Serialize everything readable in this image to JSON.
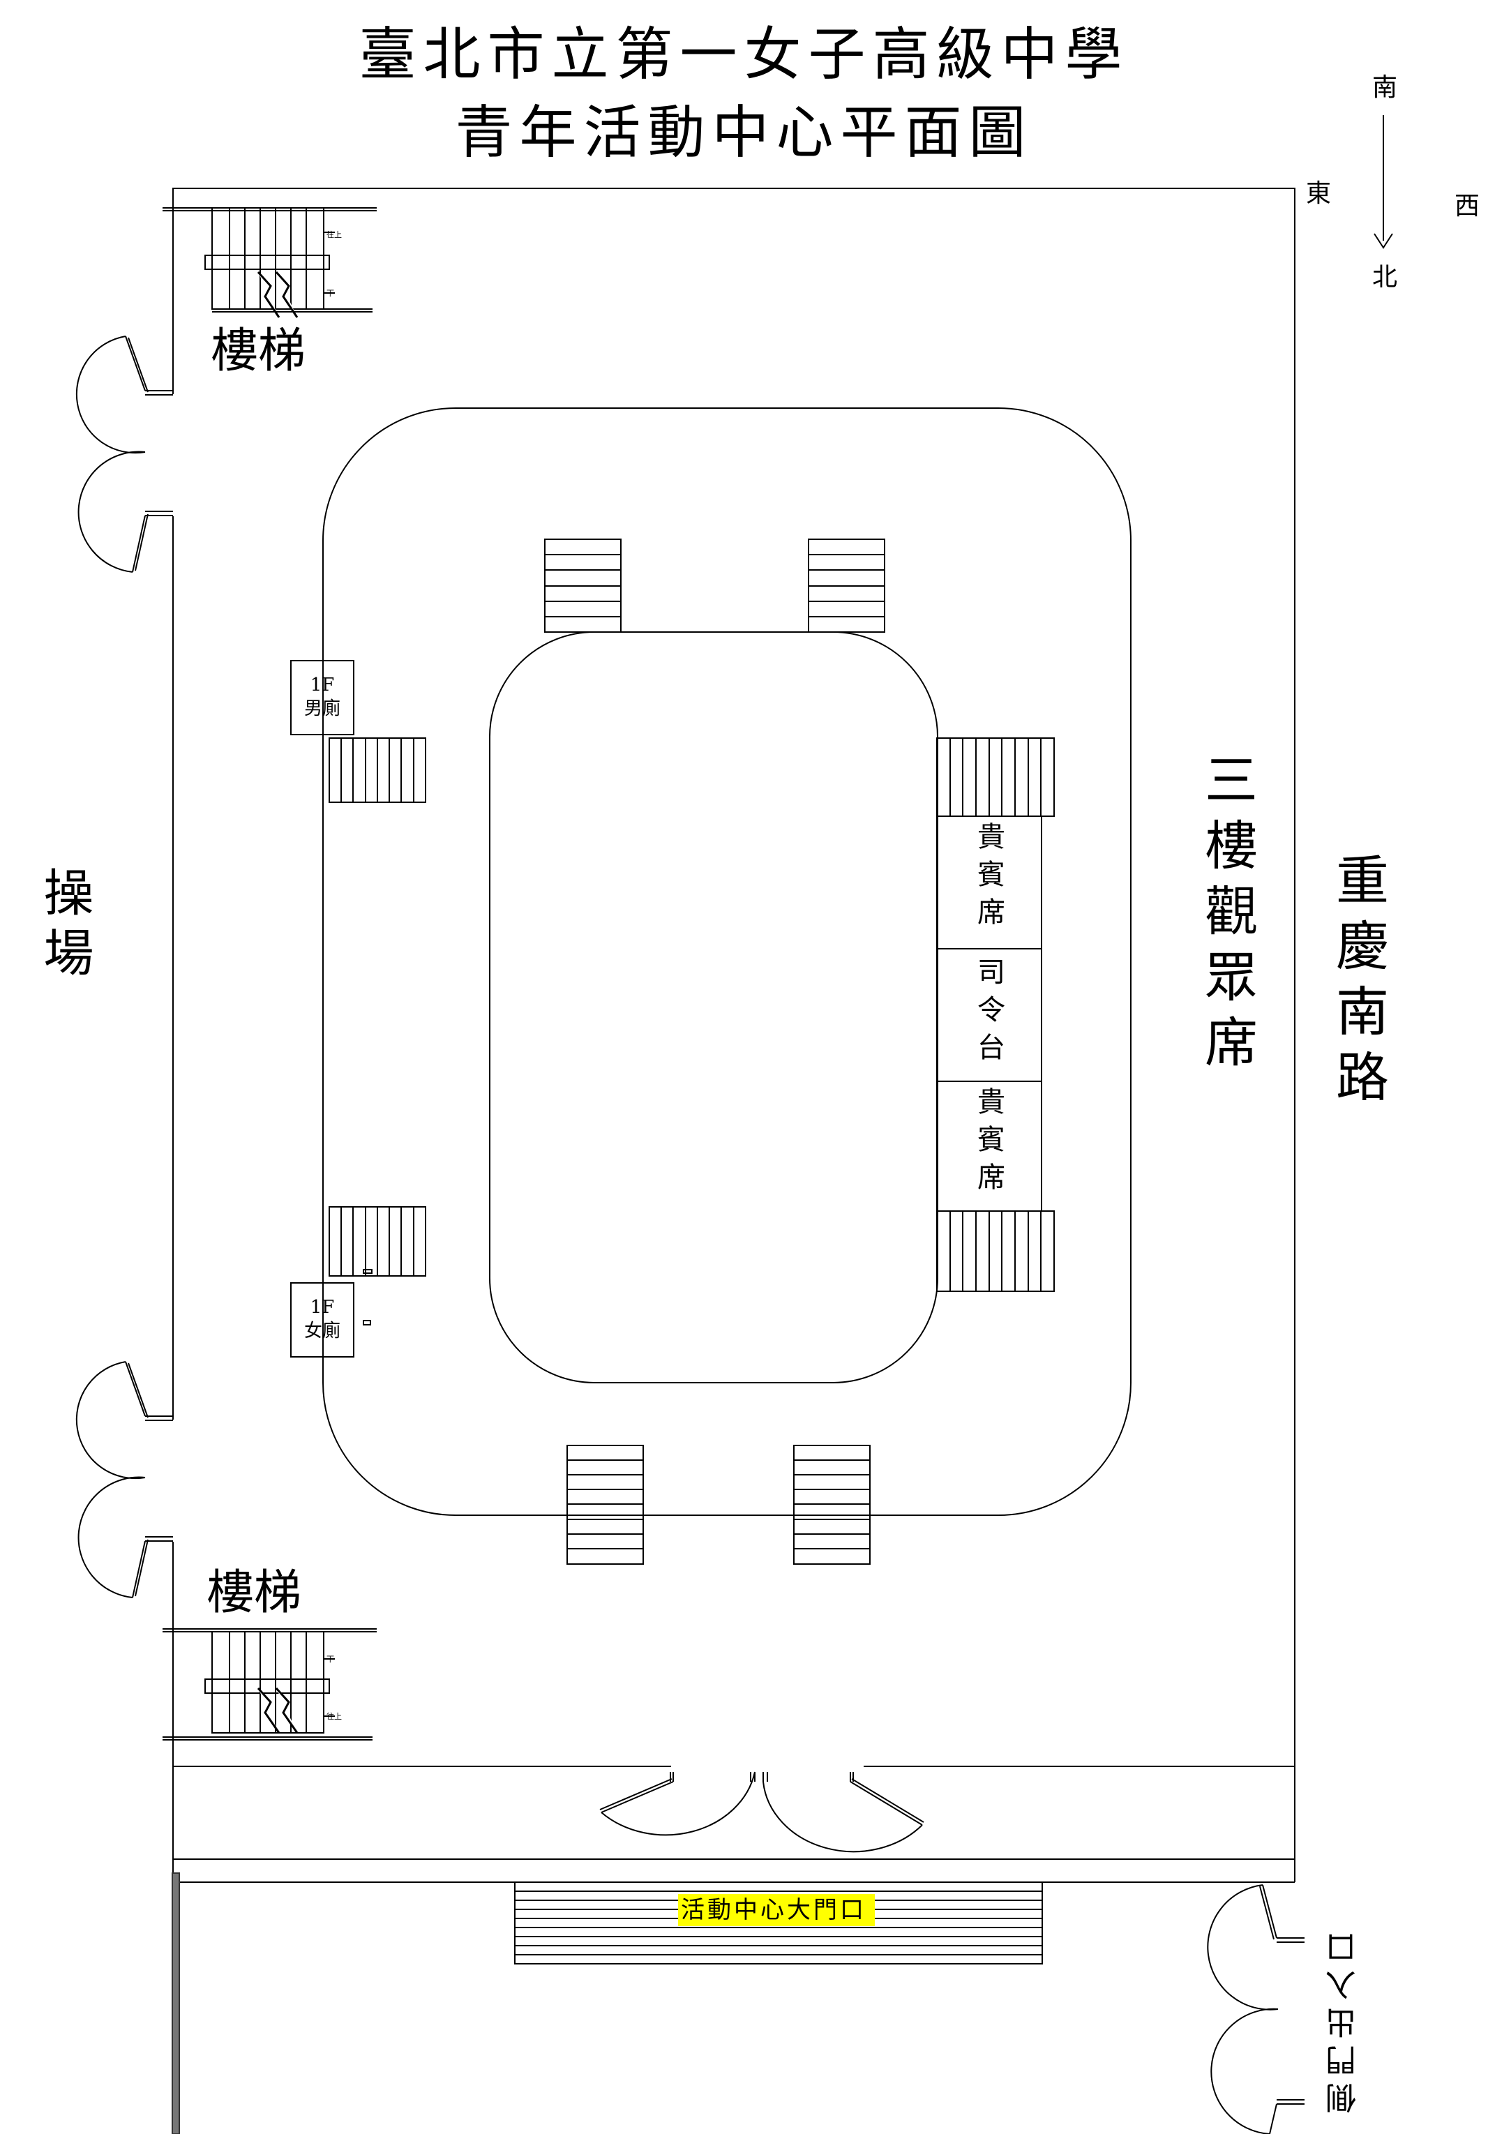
{
  "title": {
    "line1": "臺北市立第一女子高級中學",
    "line2": "青年活動中心平面圖"
  },
  "compass": {
    "south": "南",
    "north": "北",
    "east": "東",
    "west": "西"
  },
  "labels": {
    "stairs_top": "樓梯",
    "stairs_bottom": "樓梯",
    "playground": "操場",
    "third_floor_seats": "三樓觀眾席",
    "road": "重慶南路",
    "vip_seat_top": "貴賓席",
    "command_stage": "司令台",
    "vip_seat_bottom": "貴賓席",
    "main_entrance": "活動中心大門口",
    "side_entrance": "側門出入口"
  },
  "restrooms": {
    "male": {
      "floor": "1F",
      "name": "男廁"
    },
    "female": {
      "floor": "1F",
      "name": "女廁"
    }
  },
  "stair_marks": {
    "up": "往上",
    "down": "下"
  },
  "colors": {
    "line": "#000000",
    "highlight": "#ffff00"
  }
}
